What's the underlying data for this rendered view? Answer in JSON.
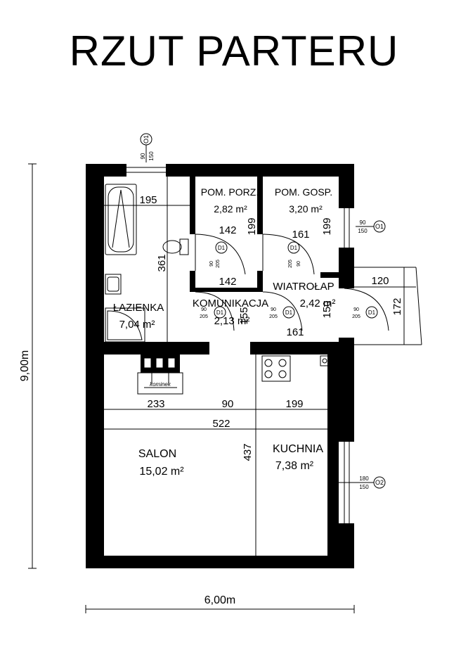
{
  "title": "RZUT PARTERU",
  "dimensions": {
    "overall_height": "9,00m",
    "overall_width": "6,00m",
    "d195": "195",
    "d361": "361",
    "d142a": "142",
    "d142b": "142",
    "d199a": "199",
    "d199b": "199",
    "d161a": "161",
    "d161b": "161",
    "d120": "120",
    "d172": "172",
    "d155": "155",
    "d150": "150",
    "d233": "233",
    "d90": "90",
    "d199c": "199",
    "d522": "522",
    "d437": "437"
  },
  "rooms": {
    "lazienka": {
      "name": "ŁAZIENKA",
      "area": "7,04 m²"
    },
    "pom_porz": {
      "name": "POM. PORZ.",
      "area": "2,82 m²"
    },
    "pom_gosp": {
      "name": "POM. GOSP.",
      "area": "3,20 m²"
    },
    "komunikacja": {
      "name": "KOMUNIKACJA",
      "area": "2,13 m²"
    },
    "wiatrolap": {
      "name": "WIATROŁAP",
      "area": "2,42 m²"
    },
    "salon": {
      "name": "SALON",
      "area": "15,02 m²"
    },
    "kuchnia": {
      "name": "KUCHNIA",
      "area": "7,38 m²"
    }
  },
  "windows": {
    "o1_top": {
      "code": "O1",
      "w": "90",
      "h": "150"
    },
    "o1_right": {
      "code": "O1",
      "w": "90",
      "h": "150"
    },
    "o2": {
      "code": "O2",
      "w": "180",
      "h": "150"
    }
  },
  "doors": {
    "d1_porz": {
      "code": "D1",
      "w": "90",
      "h": "205"
    },
    "d1_gosp": {
      "code": "D1",
      "w": "90",
      "h": "205"
    },
    "d1_laz": {
      "code": "D1",
      "w": "90",
      "h": "205"
    },
    "d1_kom": {
      "code": "D1",
      "w": "90",
      "h": "205"
    },
    "d1_wej": {
      "code": "D1",
      "w": "90",
      "h": "205"
    }
  },
  "fixtures": {
    "fireplace": "kominek"
  }
}
